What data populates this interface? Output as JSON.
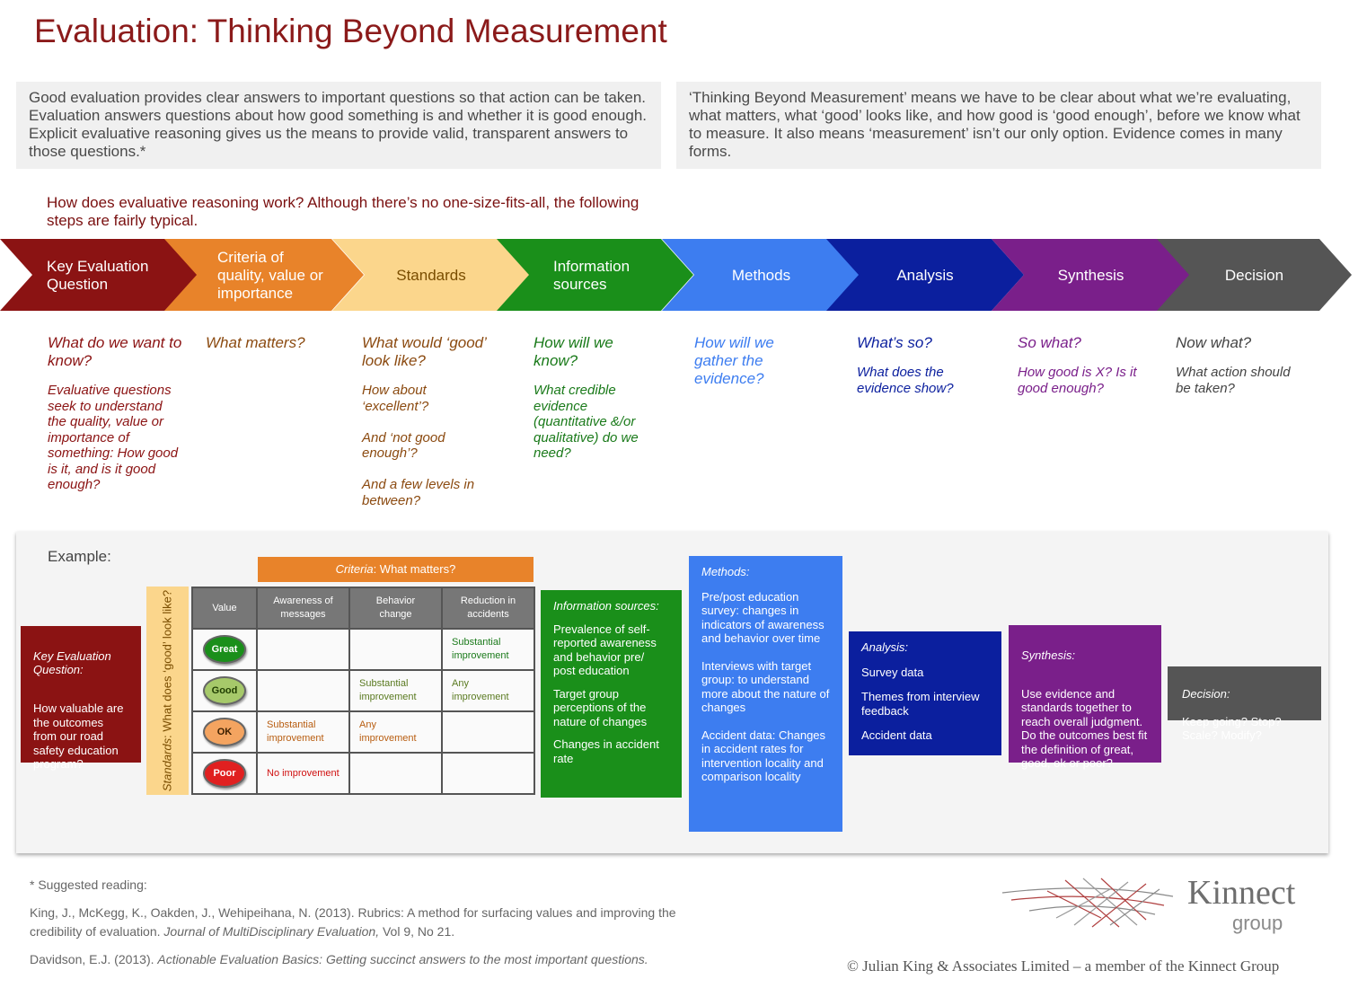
{
  "title": "Evaluation: Thinking Beyond Measurement",
  "intro_left": "Good evaluation provides clear answers to important questions so that action can be taken. Evaluation answers questions about how good something is and whether it is good enough. Explicit evaluative reasoning gives us the means to provide valid, transparent answers to those questions.*",
  "intro_right": "‘Thinking Beyond Measurement’ means we have to be clear about what we’re evaluating, what matters, what ‘good’ looks like, and how good is ‘good enough’, before we know what to measure. It also means ‘measurement’ isn’t our only option. Evidence comes in many forms.",
  "question": "How does evaluative reasoning work? Although there’s no one-size-fits-all, the following steps are fairly typical.",
  "steps": [
    {
      "label": [
        "Key Evaluation",
        "Question"
      ],
      "color": "#8b1313",
      "text_color": "#ffffff",
      "heading": "What do we want to know?",
      "body": "Evaluative questions seek to understand the quality, value or importance of something: How good is it, and is it good enough?",
      "col_color": "#8b1313"
    },
    {
      "label": [
        "Criteria of",
        "quality, value or",
        "importance"
      ],
      "color": "#e8832a",
      "text_color": "#ffffff",
      "heading": "What matters?",
      "body": "",
      "col_color": "#8b4a10"
    },
    {
      "label": [
        "Standards"
      ],
      "color": "#fbd68c",
      "text_color": "#7a4d00",
      "heading": "What would ‘good’ look like?",
      "body": "How about ‘excellent’?\n\nAnd ‘not good enough’?\n\nAnd a few levels in between?",
      "col_color": "#8b4a10"
    },
    {
      "label": [
        "Information",
        "sources"
      ],
      "color": "#1a8f1a",
      "text_color": "#ffffff",
      "heading": "How will we know?",
      "body": "What credible evidence (quantitative &/or qualitative) do we need?",
      "col_color": "#1a7a1a"
    },
    {
      "label": [
        "Methods"
      ],
      "color": "#3d7df0",
      "text_color": "#ffffff",
      "heading": "How will we gather the evidence?",
      "body": "",
      "col_color": "#3d7df0"
    },
    {
      "label": [
        "Analysis"
      ],
      "color": "#0b1f9e",
      "text_color": "#ffffff",
      "heading": "What’s so?",
      "body": "What does the evidence show?",
      "col_color": "#0b1f9e"
    },
    {
      "label": [
        "Synthesis"
      ],
      "color": "#7a1f8a",
      "text_color": "#ffffff",
      "heading": "So what?",
      "body": "How good is X? Is it good enough?",
      "col_color": "#7a1f8a"
    },
    {
      "label": [
        "Decision"
      ],
      "color": "#555555",
      "text_color": "#ffffff",
      "heading": "Now what?",
      "body": "What action should be taken?",
      "col_color": "#444444"
    }
  ],
  "example": {
    "label": "Example:",
    "kiq_title": "Key Evaluation Question:",
    "kiq_body": "How valuable are the outcomes from our road safety education program?",
    "criteria_prefix": "Criteria",
    "criteria_suffix": ": What matters?",
    "standards_prefix": "Standards",
    "standards_suffix": ": What does ‘good’ look like?",
    "rubric": {
      "headers": [
        "Value",
        "Awareness of messages",
        "Behavior change",
        "Reduction in accidents"
      ],
      "rows": [
        {
          "level": "Great",
          "pill_color": "#1a8f1a",
          "pill_text": "#ffffff",
          "cells": [
            "",
            "",
            "Substantial improvement"
          ],
          "cell_color": "#1a7a1a"
        },
        {
          "level": "Good",
          "pill_color": "#a6c96a",
          "pill_text": "#1f3d00",
          "cells": [
            "",
            "Substantial improvement",
            "Any improvement"
          ],
          "cell_color": "#5a7a20"
        },
        {
          "level": "OK",
          "pill_color": "#f4a460",
          "pill_text": "#3d2000",
          "cells": [
            "Substantial improvement",
            "Any improvement",
            ""
          ],
          "cell_color": "#b85d10"
        },
        {
          "level": "Poor",
          "pill_color": "#e02020",
          "pill_text": "#ffffff",
          "cells": [
            "No improvement",
            "",
            ""
          ],
          "cell_color": "#d01010"
        }
      ]
    },
    "info_title": "Information sources:",
    "info_items": [
      "Prevalence of self-reported awareness and behavior pre/ post education",
      "Target group perceptions of the nature of changes",
      "Changes in accident rate"
    ],
    "methods_title": "Methods:",
    "methods_items": [
      "Pre/post education survey: changes in indicators of awareness and behavior over time",
      "Interviews with target group: to understand more about the nature of changes",
      "Accident data: Changes in accident rates for intervention locality and comparison locality"
    ],
    "analysis_title": "Analysis:",
    "analysis_items": [
      "Survey data",
      "Themes from interview feedback",
      "Accident data"
    ],
    "synthesis_title": "Synthesis:",
    "synthesis_body": "Use evidence and standards together to reach overall judgment. Do the outcomes best fit the definition of great, good, ok or poor?",
    "decision_title": "Decision:",
    "decision_body": "Keep going? Stop? Scale? Modify?"
  },
  "references": {
    "heading": "* Suggested reading:",
    "ref1_plain": "King, J., McKegg, K., Oakden, J., Wehipeihana, N. (2013). Rubrics: A method for surfacing values and improving the credibility of evaluation. ",
    "ref1_journal": "Journal of MultiDisciplinary Evaluation,",
    "ref1_end": " Vol 9, No 21.",
    "ref2_plain": "Davidson, E.J. (2013). ",
    "ref2_italic": "Actionable Evaluation Basics: Getting succinct answers to the most important questions."
  },
  "logo": {
    "name": "Kinnect",
    "sub": "group"
  },
  "copyright": "© Julian King & Associates Limited – a member of the Kinnect Group"
}
